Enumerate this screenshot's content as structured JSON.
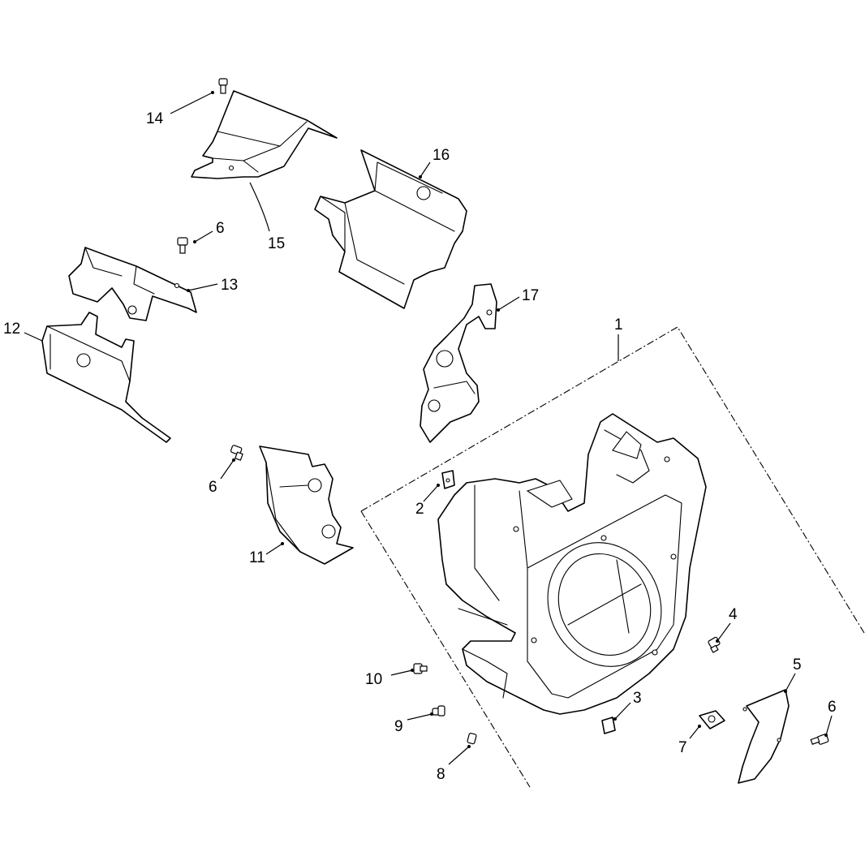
{
  "callouts": {
    "c1": "1",
    "c2": "2",
    "c3": "3",
    "c4": "4",
    "c5": "5",
    "c6a": "6",
    "c6b": "6",
    "c6c": "6",
    "c7": "7",
    "c8": "8",
    "c9": "9",
    "c10": "10",
    "c11": "11",
    "c12": "12",
    "c13": "13",
    "c14": "14",
    "c15": "15",
    "c16": "16",
    "c17": "17"
  },
  "colors": {
    "line": "#000000",
    "background": "#ffffff"
  }
}
